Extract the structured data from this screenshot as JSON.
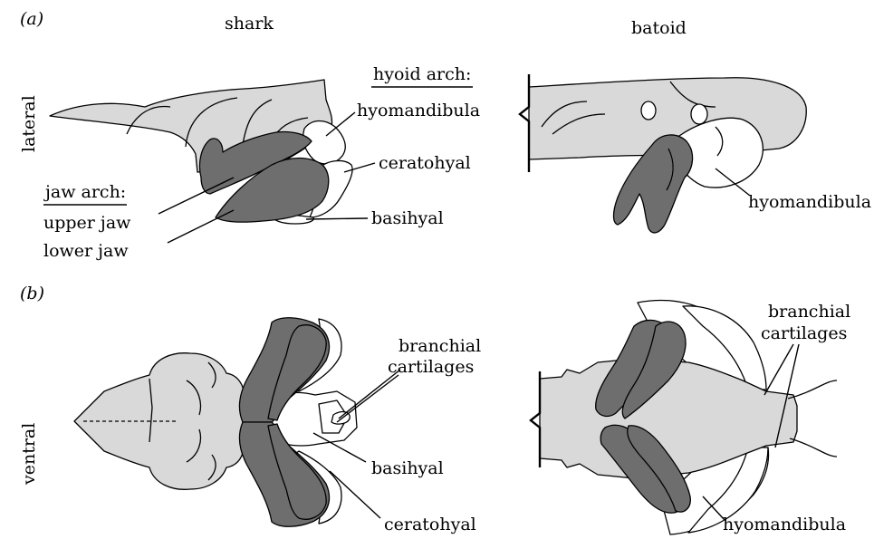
{
  "panels": {
    "a": "(a)",
    "b": "(b)"
  },
  "columns": {
    "shark": "shark",
    "batoid": "batoid"
  },
  "rows": {
    "lateral": "lateral",
    "ventral": "ventral"
  },
  "labels": {
    "hyoid_arch": "hyoid arch:",
    "hyomandibula": "hyomandibula",
    "ceratohyal": "ceratohyal",
    "jaw_arch": "jaw arch:",
    "upper_jaw": "upper jaw",
    "lower_jaw": "lower jaw",
    "basihyal": "basihyal",
    "branchial_1": "branchial",
    "branchial_2": "cartilages"
  },
  "colors": {
    "neurocranium": "#d9d9d9",
    "jaw": "#6e6e6e",
    "hyoid": "#ffffff"
  }
}
